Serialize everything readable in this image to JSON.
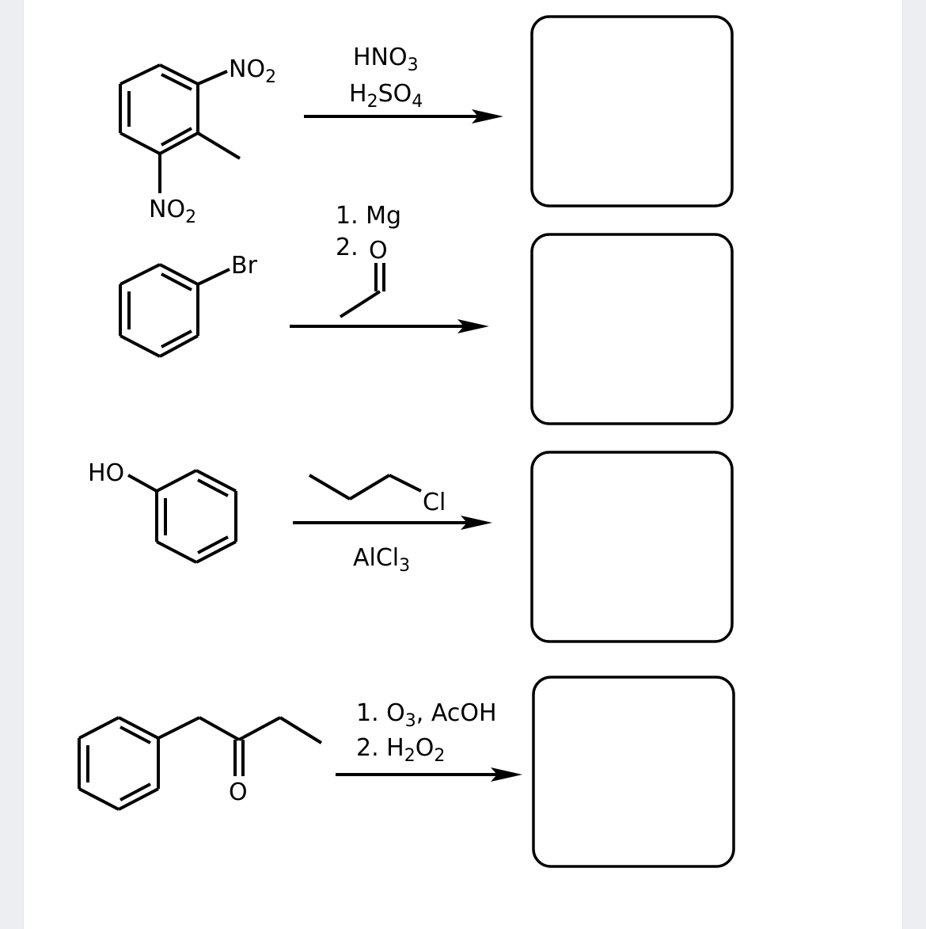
{
  "reactions": [
    {
      "substrate": {
        "label_top_no2": "NO",
        "label_top_no2_sub": "2",
        "label_bottom_no2": "NO",
        "label_bottom_no2_sub": "2"
      },
      "reagent_line1_main": "HNO",
      "reagent_line1_sub": "3",
      "reagent_line2_main": "H",
      "reagent_line2_sub1": "2",
      "reagent_line2_mid": "SO",
      "reagent_line2_sub2": "4",
      "answer_box": ""
    },
    {
      "substrate": {
        "label_br": "Br"
      },
      "reagent_line1": "1. Mg",
      "reagent_line2": "2.",
      "reagent_o": "O",
      "answer_box": ""
    },
    {
      "substrate": {
        "label_ho": "HO"
      },
      "reagent_cl": "Cl",
      "reagent_below_main": "AlCl",
      "reagent_below_sub": "3",
      "answer_box": ""
    },
    {
      "substrate": {
        "label_o": "O"
      },
      "reagent_line1_main": "1. O",
      "reagent_line1_sub": "3",
      "reagent_line1_rest": ", AcOH",
      "reagent_line2_main": "2. H",
      "reagent_line2_sub1": "2",
      "reagent_line2_mid": "O",
      "reagent_line2_sub2": "2",
      "answer_box": ""
    }
  ]
}
